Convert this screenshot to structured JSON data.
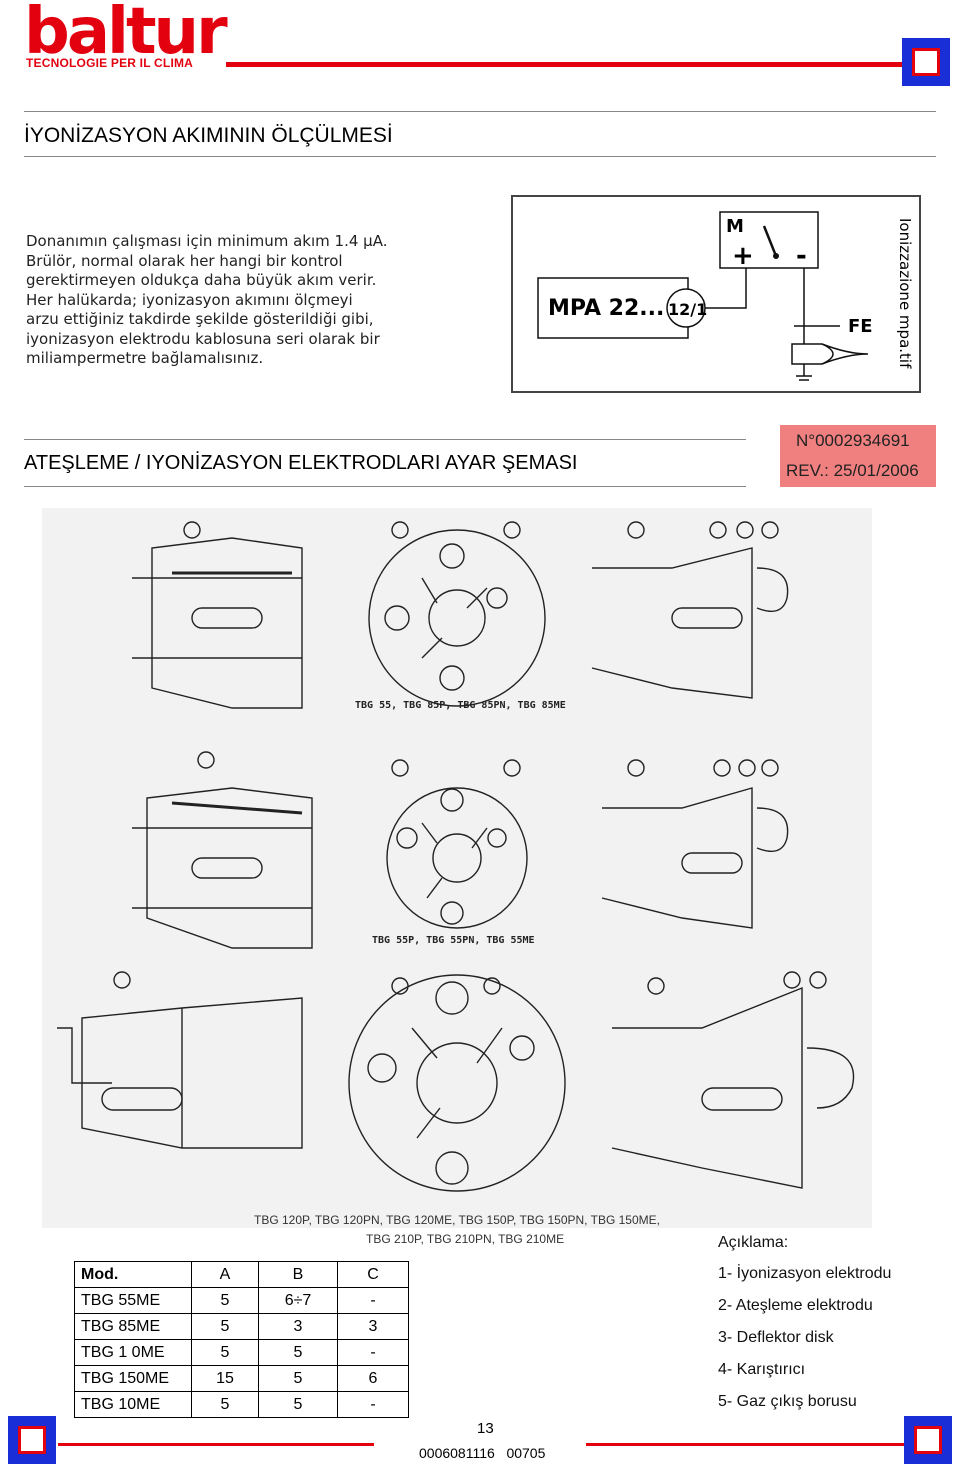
{
  "header": {
    "logo": "baltur",
    "tagline": "TECNOLOGIE PER IL CLIMA"
  },
  "section1": {
    "title": "İYONİZASYON AKIMININ ÖLÇÜLMESİ",
    "paragraph": [
      "Donanımın çalışması için minimum akım  1.4  µA.",
      "Brülör, normal olarak her hangi bir kontrol",
      "gerektirmeyen oldukça daha büyük akım verir.",
      "Her halükarda; iyonizasyon akımını ölçmeyi",
      "arzu ettiğiniz takdirde şekilde gösterildiği gibi,",
      "iyonizasyon elektrodu kablosuna seri olarak bir",
      "miliampermetre bağlamalısınız."
    ]
  },
  "circuit": {
    "device_label": "MPA 22...",
    "terminal_label": "12/1",
    "meter_label": "M",
    "plus": "+",
    "minus": "-",
    "fe_label": "FE",
    "side_label": "Ionizzazione mpa.tif"
  },
  "section2": {
    "title": "ATEŞLEME / IYONİZASYON ELEKTRODLARI AYAR ŞEMASI",
    "doc_number": "N°0002934691",
    "revision": "REV.: 25/01/2006"
  },
  "diagrams": {
    "row1_caption": "TBG 55, TBG 85P, TBG 85PN, TBG 85ME",
    "row2_caption": "TBG 55P, TBG 55PN, TBG 55ME",
    "row3_caption_line1": "TBG 120P, TBG 120PN, TBG 120ME, TBG 150P, TBG 150PN, TBG 150ME,",
    "row3_caption_line2": "TBG 210P, TBG 210PN, TBG 210ME"
  },
  "table": {
    "headers": [
      "Mod.",
      "A",
      "B",
      "C"
    ],
    "rows": [
      [
        "TBG 55ME",
        "5",
        "6÷7",
        "-"
      ],
      [
        "TBG 85ME",
        "5",
        "3",
        "3"
      ],
      [
        "TBG 1  0ME",
        "5",
        "5",
        "-"
      ],
      [
        "TBG 150ME",
        "15",
        "5",
        "6"
      ],
      [
        "TBG   10ME",
        "5",
        "5",
        "-"
      ]
    ]
  },
  "legend": {
    "title": "Açıklama:",
    "items": [
      "1- İyonizasyon elektrodu",
      "2- Ateşleme elektrodu",
      "3- Deflektor disk",
      "4- Karıştırıcı",
      "5- Gaz çıkış borusu"
    ]
  },
  "footer": {
    "page_number": "13",
    "doc_code": "0006081116   00705"
  },
  "colors": {
    "brand_red": "#e3000f",
    "corner_blue": "#1a2ed8",
    "doc_box": "#f08080"
  }
}
